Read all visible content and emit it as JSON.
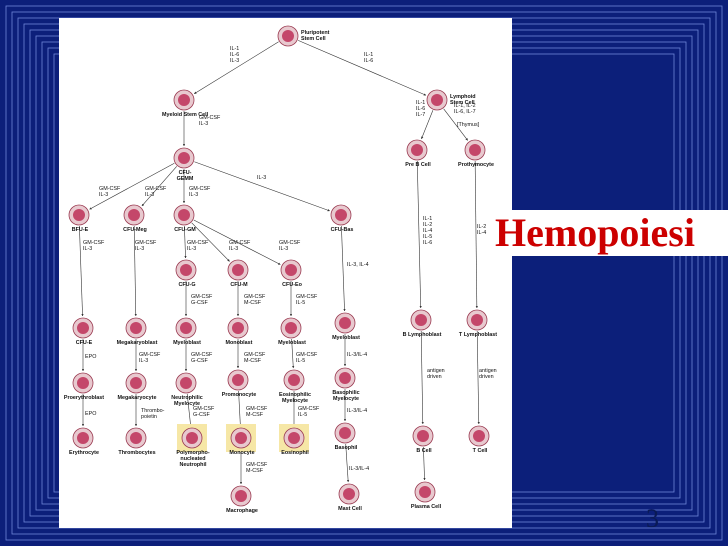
{
  "slide": {
    "title": "Hemopoiesi",
    "page_number": "3",
    "colors": {
      "background": "#0c1f7a",
      "frame_lines": "#6f86d8",
      "title": "#cc0000",
      "cell": "#c4476a",
      "arrow": "#333333"
    }
  },
  "diagram": {
    "cells": [
      {
        "id": "pluripotent",
        "name": "Pluripotent\nStem Cell"
      },
      {
        "id": "myeloid",
        "name": "Myeloid Stem Cell"
      },
      {
        "id": "lymphoid",
        "name": "Lymphoid\nStem Cell"
      },
      {
        "id": "cfu-gemm",
        "name": "CFU-\nGEMM"
      },
      {
        "id": "pre-b",
        "name": "Pre B Cell"
      },
      {
        "id": "prothymocyte",
        "name": "Prothymocyte"
      },
      {
        "id": "bfu-e",
        "name": "BFU-E"
      },
      {
        "id": "cfu-meg",
        "name": "CFU-Meg"
      },
      {
        "id": "cfu-gm",
        "name": "CFU-GM"
      },
      {
        "id": "cfu-bas",
        "name": "CFU-Bas"
      },
      {
        "id": "cfu-g",
        "name": "CFU-G"
      },
      {
        "id": "cfu-m",
        "name": "CFU-M"
      },
      {
        "id": "cfu-eo",
        "name": "CFU-Eo"
      },
      {
        "id": "cfu-e",
        "name": "CFU-E"
      },
      {
        "id": "megakaryoblast",
        "name": "Megakaryoblast"
      },
      {
        "id": "myeloblast-n",
        "name": "Myeloblast"
      },
      {
        "id": "monoblast",
        "name": "Monoblast"
      },
      {
        "id": "myeloblast-eo",
        "name": "Myeloblast"
      },
      {
        "id": "myeloblast-bas",
        "name": "Myeloblast"
      },
      {
        "id": "b-lymphoblast",
        "name": "B Lymphoblast"
      },
      {
        "id": "t-lymphoblast",
        "name": "T Lymphoblast"
      },
      {
        "id": "proerythroblast",
        "name": "Proerythroblast"
      },
      {
        "id": "megakaryocyte",
        "name": "Megakaryocyte"
      },
      {
        "id": "neutrophilic-myelocyte",
        "name": "Neutrophilic\nMyelocyte"
      },
      {
        "id": "promonocyte",
        "name": "Promonocyte"
      },
      {
        "id": "eosinophilic-myelocyte",
        "name": "Eosinophilic\nMyelocyte"
      },
      {
        "id": "basophilic-myelocyte",
        "name": "Basophilic\nMyelocyte"
      },
      {
        "id": "erythrocyte",
        "name": "Erythrocyte"
      },
      {
        "id": "thrombocytes",
        "name": "Thrombocytes"
      },
      {
        "id": "neutrophil",
        "name": "Polymorpho-\nnucleated\nNeutrophil"
      },
      {
        "id": "monocyte",
        "name": "Monocyte"
      },
      {
        "id": "eosinophil",
        "name": "Eosinophil"
      },
      {
        "id": "basophil",
        "name": "Basophil"
      },
      {
        "id": "b-cell",
        "name": "B Cell"
      },
      {
        "id": "t-cell",
        "name": "T Cell"
      },
      {
        "id": "macrophage",
        "name": "Macrophage"
      },
      {
        "id": "mast-cell",
        "name": "Mast Cell"
      },
      {
        "id": "plasma-cell",
        "name": "Plasma Cell"
      }
    ],
    "factors": [
      "IL-1\nIL-6\nIL-3",
      "IL-1\nIL-6",
      "GM-CSF\nIL-3",
      "IL-1\nIL-6\nIL-7",
      "IL-1, IL-2\nIL-6, IL-7",
      "[Thymus]",
      "GM-CSF\nIL-3",
      "GM-CSF\nIL-3",
      "GM-CSF\nIL-3",
      "IL-3",
      "GM-CSF\nIL-3",
      "GM-CSF\nIL-3",
      "GM-CSF\nIL-3",
      "GM-CSF\nIL-3",
      "GM-CSF\nIL-3",
      "IL-1\nIL-2\nIL-4\nIL-5\nIL-6",
      "IL-2\nIL-4",
      "IL-3, IL-4",
      "GM-CSF\nG-CSF",
      "GM-CSF\nM-CSF",
      "GM-CSF\nIL-5",
      "EPO",
      "GM-CSF\nIL-3",
      "GM-CSF\nG-CSF",
      "GM-CSF\nM-CSF",
      "GM-CSF\nIL-5",
      "IL-3/IL-4",
      "antigen\ndriven",
      "antigen\ndriven",
      "EPO",
      "Thrombo-\npoietin",
      "GM-CSF\nG-CSF",
      "GM-CSF\nM-CSF",
      "GM-CSF\nIL-5",
      "IL-3/IL-4",
      "GM-CSF\nM-CSF",
      "IL-3/IL-4"
    ]
  }
}
